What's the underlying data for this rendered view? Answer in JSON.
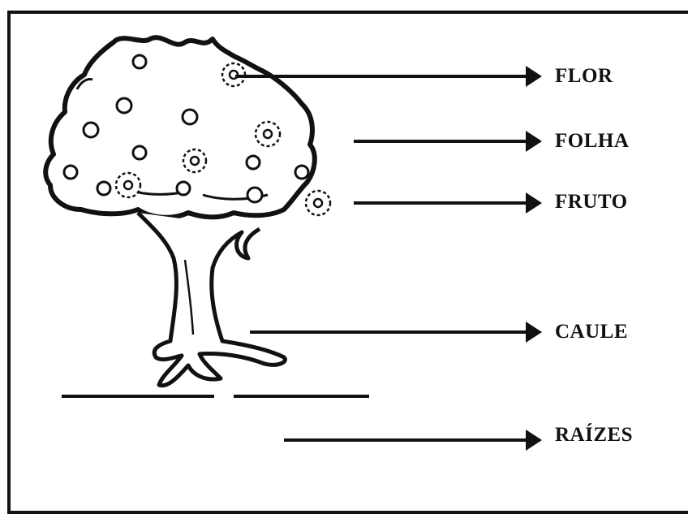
{
  "labels": {
    "flor": "FLOR",
    "folha": "FOLHA",
    "fruto": "FRUTO",
    "caule": "CAULE",
    "raizes": "RAÍZES"
  },
  "colors": {
    "ink": "#111111",
    "paper": "#ffffff"
  }
}
